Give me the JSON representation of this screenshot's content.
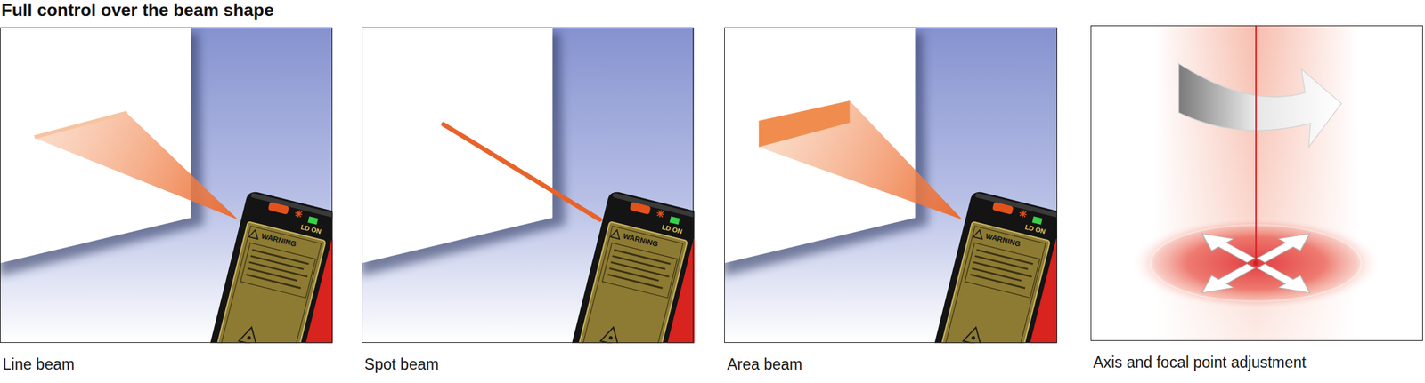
{
  "diagram": {
    "title": "Full control over the beam shape",
    "nodes": [
      {
        "text": [
          "Line beam"
        ]
      },
      {
        "text": [
          "Spot beam"
        ]
      },
      {
        "text": [
          "Area beam"
        ]
      },
      {
        "text": [
          "Axis and focal point adjustment"
        ]
      }
    ],
    "labels": [
      "WARNING",
      "LD ON",
      "WARNING",
      "LD ON",
      "WARNING",
      "LD ON"
    ]
  }
}
